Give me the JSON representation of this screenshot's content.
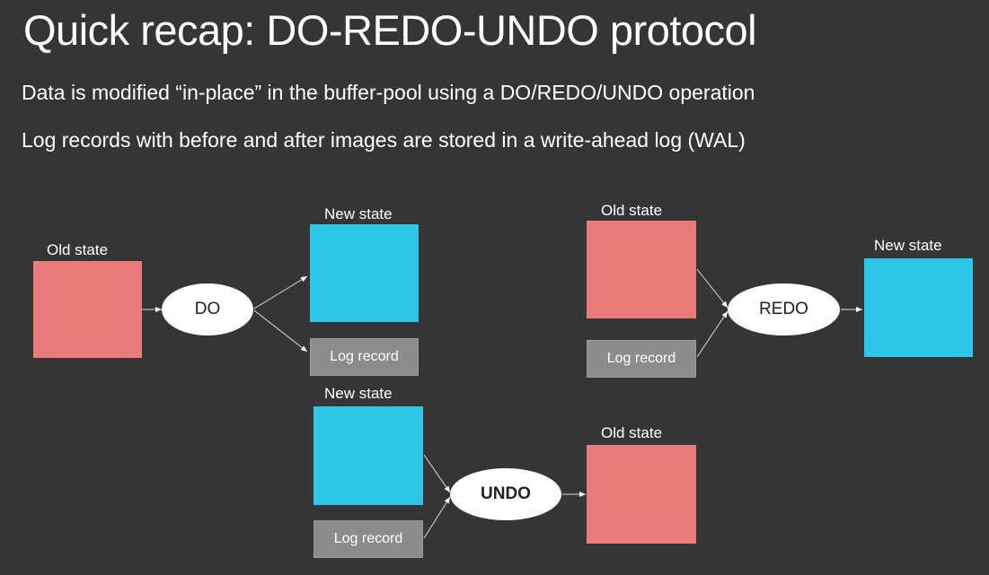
{
  "slide": {
    "title": "Quick recap: DO-REDO-UNDO protocol",
    "bullets": [
      "Data is modified “in-place” in the buffer-pool using a DO/REDO/UNDO operation",
      "Log records with before and after images are stored in a write-ahead log (WAL)"
    ]
  },
  "colors": {
    "background": "#353535",
    "old_state": "#e97b7b",
    "new_state": "#2ec6e6",
    "log_record": "#8c8c8c",
    "operation": "#ffffff"
  },
  "do_flow": {
    "old_label": "Old state",
    "op": "DO",
    "new_label": "New state",
    "log": "Log record"
  },
  "redo_flow": {
    "old_label": "Old state",
    "log": "Log record",
    "op": "REDO",
    "new_label": "New state"
  },
  "undo_flow": {
    "new_label": "New state",
    "log": "Log record",
    "op": "UNDO",
    "old_label": "Old state"
  }
}
